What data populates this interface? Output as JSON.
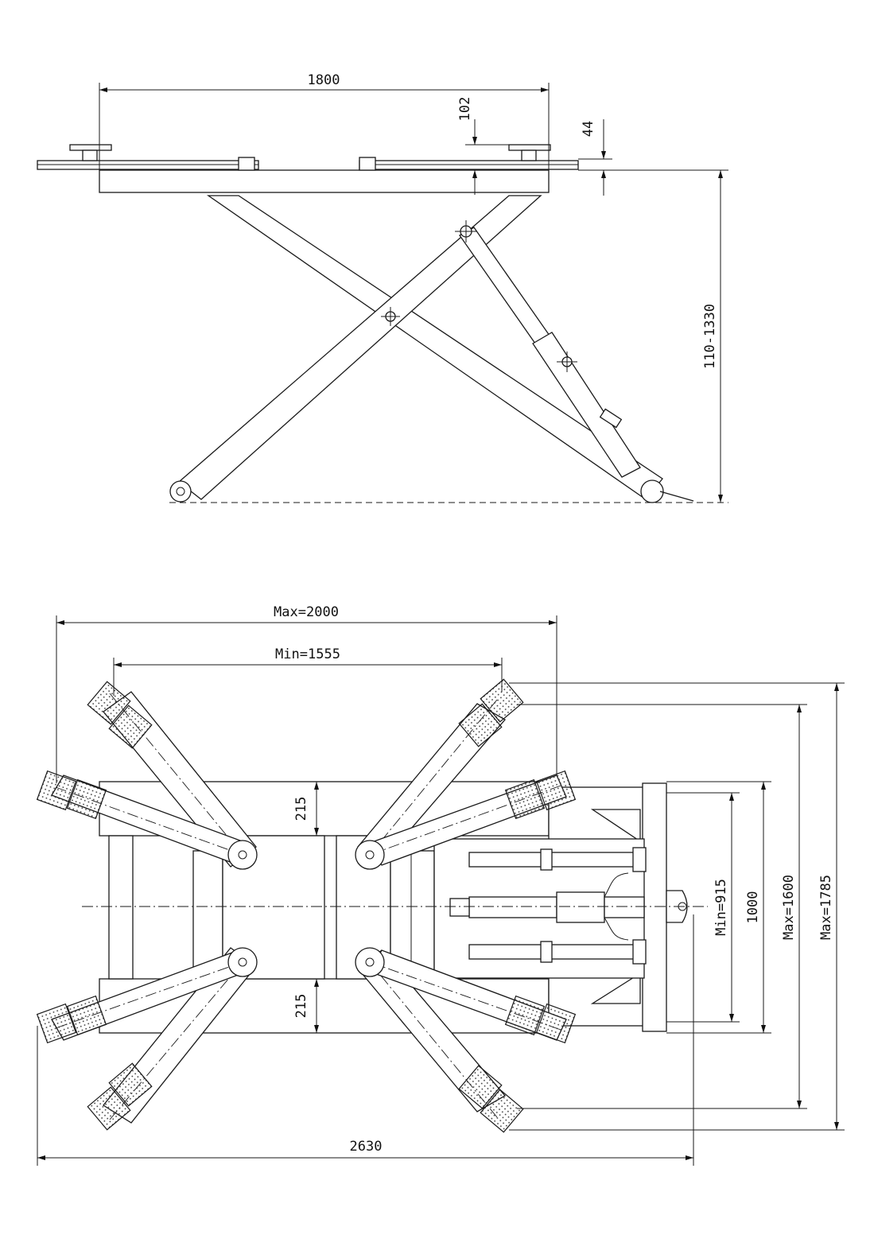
{
  "side_view": {
    "dim_platform_length": "1800",
    "dim_pad_height": "102",
    "dim_platform_thickness": "44",
    "dim_lift_height": "110-1330"
  },
  "top_view": {
    "dim_arm_max": "Max=2000",
    "dim_arm_min": "Min=1555",
    "dim_top_gap": "215",
    "dim_bottom_gap": "215",
    "dim_min_width": "Min=915",
    "dim_width": "1000",
    "dim_max_1600": "Max=1600",
    "dim_max_1785": "Max=1785",
    "dim_overall_length": "2630"
  }
}
